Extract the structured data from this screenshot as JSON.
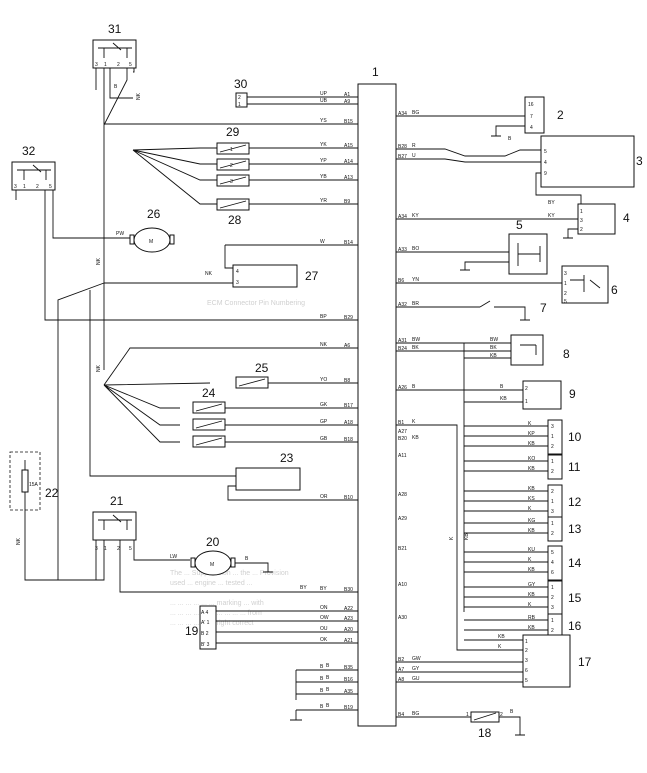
{
  "components": {
    "c1": "1",
    "c2": "2",
    "c3": "3",
    "c4": "4",
    "c5": "5",
    "c6": "6",
    "c7": "7",
    "c8": "8",
    "c9": "9",
    "c10": "10",
    "c11": "11",
    "c12": "12",
    "c13": "13",
    "c14": "14",
    "c15": "15",
    "c16": "16",
    "c17": "17",
    "c18": "18",
    "c19": "19",
    "c20": "20",
    "c21": "21",
    "c22": "22",
    "c23": "23",
    "c24": "24",
    "c25": "25",
    "c26": "26",
    "c27": "27",
    "c28": "28",
    "c29": "29",
    "c30": "30",
    "c31": "31",
    "c32": "32"
  },
  "fuse_rating": "15A",
  "motor_label": "M",
  "ecu_pins_left": [
    {
      "pin": "A1",
      "wire": "UP"
    },
    {
      "pin": "A9",
      "wire": "UB"
    },
    {
      "pin": "B15",
      "wire": "YS"
    },
    {
      "pin": "A15",
      "wire": "YK"
    },
    {
      "pin": "A14",
      "wire": "YP"
    },
    {
      "pin": "A13",
      "wire": "YB"
    },
    {
      "pin": "B9",
      "wire": "YR"
    },
    {
      "pin": "B14",
      "wire": "W"
    },
    {
      "pin": "B29",
      "wire": "BP"
    },
    {
      "pin": "A6",
      "wire": "NK"
    },
    {
      "pin": "B8",
      "wire": "YO"
    },
    {
      "pin": "B17",
      "wire": "GK"
    },
    {
      "pin": "A18",
      "wire": "GP"
    },
    {
      "pin": "B18",
      "wire": "GB"
    },
    {
      "pin": "B10",
      "wire": "OR"
    },
    {
      "pin": "B30",
      "wire": "BY"
    },
    {
      "pin": "A22",
      "wire": "ON"
    },
    {
      "pin": "A23",
      "wire": "OW"
    },
    {
      "pin": "A20",
      "wire": "OU"
    },
    {
      "pin": "A21",
      "wire": "OK"
    },
    {
      "pin": "B35",
      "wire": "B"
    },
    {
      "pin": "B16",
      "wire": "B"
    },
    {
      "pin": "A35",
      "wire": "B"
    },
    {
      "pin": "B19",
      "wire": "B"
    }
  ],
  "ecu_pins_right": [
    {
      "pin": "A34",
      "wire": "BG"
    },
    {
      "pin": "B28",
      "wire": "R"
    },
    {
      "pin": "B27",
      "wire": "U"
    },
    {
      "pin": "A34",
      "wire": "KY"
    },
    {
      "pin": "A33",
      "wire": "BO"
    },
    {
      "pin": "B6",
      "wire": "YN"
    },
    {
      "pin": "A32",
      "wire": "BR"
    },
    {
      "pin": "A31",
      "wire": "BW"
    },
    {
      "pin": "B24",
      "wire": "BK"
    },
    {
      "pin": "A26",
      "wire": "B"
    },
    {
      "pin": "B1",
      "wire": "K"
    },
    {
      "pin": "A27",
      "wire": ""
    },
    {
      "pin": "B20",
      "wire": "KB"
    },
    {
      "pin": "A11",
      "wire": ""
    },
    {
      "pin": "A28",
      "wire": ""
    },
    {
      "pin": "A29",
      "wire": ""
    },
    {
      "pin": "B21",
      "wire": ""
    },
    {
      "pin": "A10",
      "wire": ""
    },
    {
      "pin": "A30",
      "wire": ""
    },
    {
      "pin": "B2",
      "wire": "GW"
    },
    {
      "pin": "A7",
      "wire": "GY"
    },
    {
      "pin": "A8",
      "wire": "GU"
    },
    {
      "pin": "B4",
      "wire": "BG"
    }
  ],
  "wire_codes": {
    "nk": "NK",
    "b": "B",
    "pw": "PW",
    "lw": "LW",
    "by": "BY",
    "kb": "KB",
    "k": "K",
    "kp": "KP",
    "ko": "KO",
    "ks": "KS",
    "kg": "KG",
    "ku": "KU",
    "gy": "GY",
    "rb": "RB",
    "bk": "BK",
    "bw": "BW",
    "kyv": "KY"
  },
  "conn19_pins": [
    "A 4",
    "A' 1",
    "B 2",
    "B' 3"
  ],
  "ghost_text": {
    "line1": "The ... Suppression ... the ... Provision",
    "line2": "used ... engine ... tested ...",
    "line3": "... ... ... ... ... ... marking ... with",
    "line4": "... ... ... ... ... ... ... ... ... ... from",
    "line5": "... ... ... ... ... ... right correct",
    "heading": "ECM Connector Pin Numbering"
  }
}
